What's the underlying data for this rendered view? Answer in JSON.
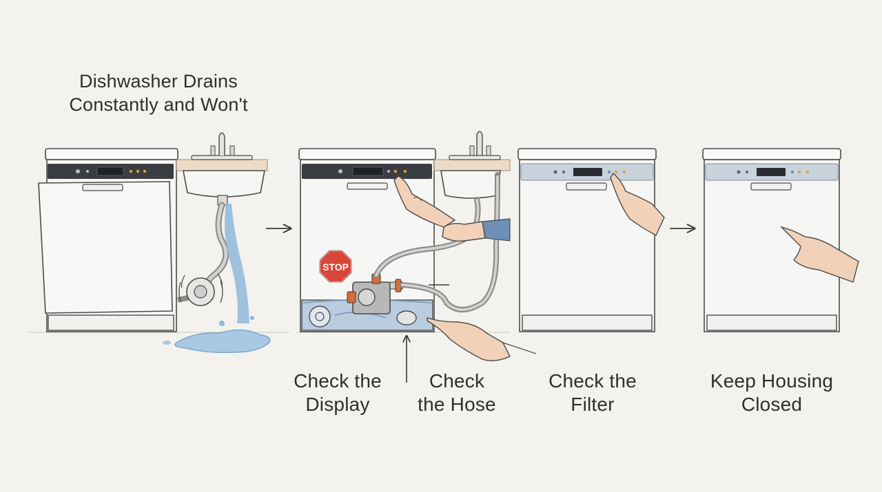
{
  "title": {
    "line1": "Dishwasher Drains",
    "line2": "Constantly and Won't"
  },
  "stop_sign": "STOP",
  "steps": [
    {
      "line1": "Check the",
      "line2": "Display"
    },
    {
      "line1": "Check",
      "line2": "the Hose"
    },
    {
      "line1": "Check the",
      "line2": "Filter"
    },
    {
      "line1": "Keep Housing",
      "line2": "Closed"
    }
  ],
  "colors": {
    "background": "#f3f2ee",
    "appliance_body": "#f6f6f4",
    "outline": "#4a4a4a",
    "dark_panel": "#3a3d42",
    "light_panel": "#c9d3dc",
    "water": "#8fb8da",
    "stop_red": "#d9473a",
    "skin": "#f1d2b8",
    "sleeve": "#6e8fb8",
    "valve_orange": "#d96c3a"
  },
  "icons": [
    "stop-sign-icon",
    "pointing-hand-icon",
    "faucet-icon",
    "drain-pump-icon",
    "filter-icon",
    "arrow-right-icon",
    "arrow-up-icon"
  ]
}
